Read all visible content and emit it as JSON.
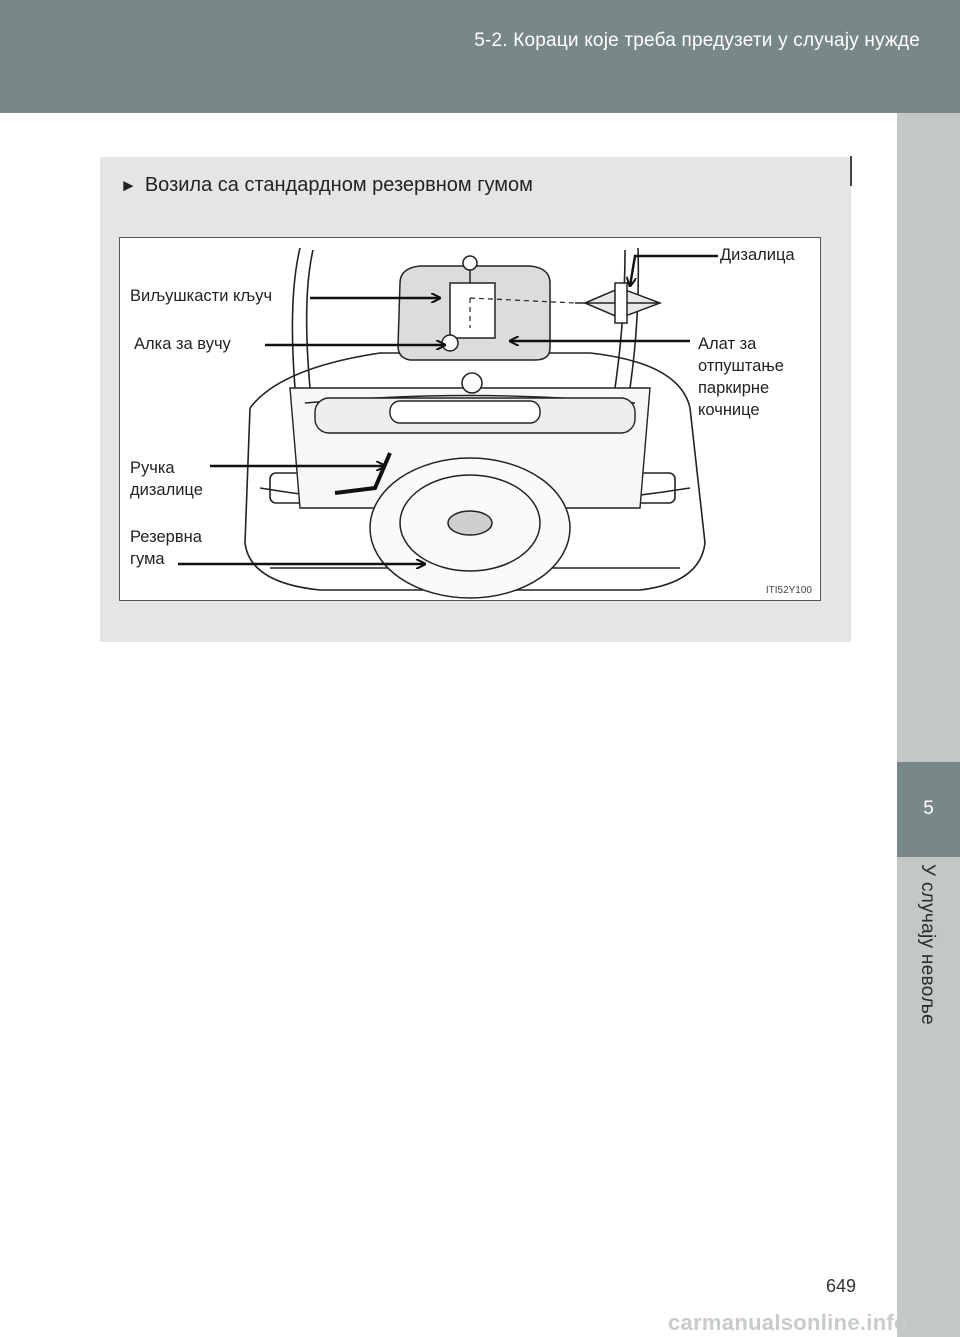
{
  "header": {
    "title": "5-2. Кораци које треба предузети у случају нужде"
  },
  "side_tab": {
    "chapter_number": "5",
    "chapter_title": "У случају невоље"
  },
  "section": {
    "heading_marker": "►",
    "heading": "Возила са стандардном резервном гумом"
  },
  "figure": {
    "code": "ITI52Y100",
    "labels": {
      "jack": "Дизалица",
      "wheel_nut_wrench": "Виљушкасти кључ",
      "towing_eyelet": "Алка за вучу",
      "parking_brake_release_tool": "Алат за\nотпуштање\nпаркирне\n  кочнице",
      "jack_handle": "Ручка\nдизалице",
      "spare_tire": "Резервна\nгума"
    }
  },
  "footer": {
    "page_number": "649",
    "watermark": "carmanualsonline.info"
  }
}
